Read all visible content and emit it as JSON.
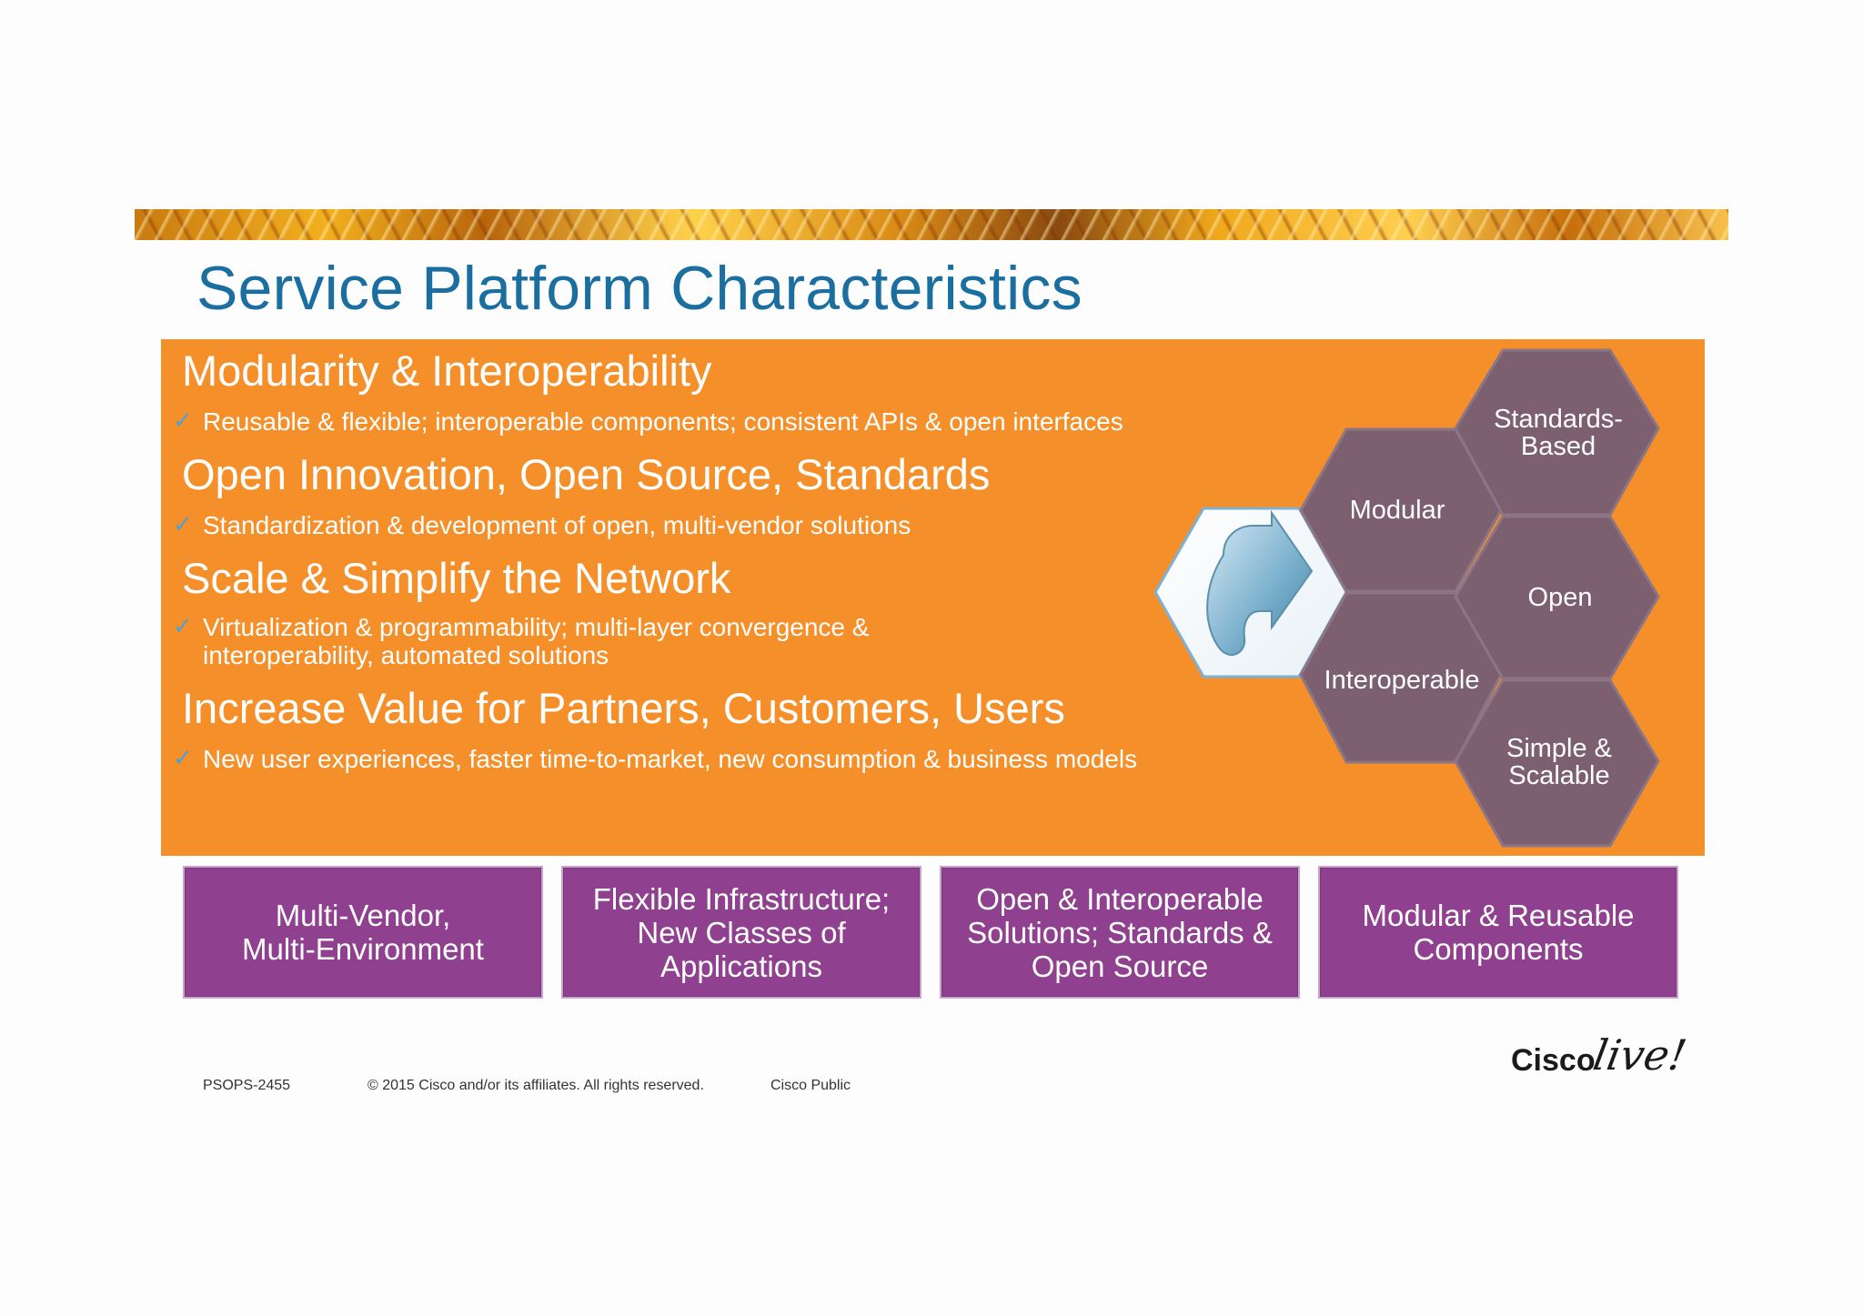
{
  "slide": {
    "title": "Service Platform Characteristics",
    "sections": [
      {
        "heading": "Modularity & Interoperability",
        "bullet": "Reusable & flexible; interoperable components; consistent APIs & open interfaces"
      },
      {
        "heading": "Open Innovation, Open Source, Standards",
        "bullet": "Standardization & development of open, multi-vendor solutions"
      },
      {
        "heading": "Scale & Simplify the Network",
        "bullet_line1": "Virtualization & programmability; multi-layer convergence &",
        "bullet_line2": "interoperability, automated solutions"
      },
      {
        "heading": "Increase Value for Partners, Customers, Users",
        "bullet": "New user experiences, faster time-to-market, new consumption & business models"
      }
    ],
    "check_icon": "✓",
    "hexagons": {
      "modular": "Modular",
      "standards": "Standards-\nBased",
      "open": "Open",
      "interoperable": "Interoperable",
      "simple": "Simple &\nScalable",
      "center_icon": "curved-arrow-icon"
    },
    "boxes": [
      "Multi-Vendor,\nMulti-Environment",
      "Flexible Infrastructure;\nNew Classes of\nApplications",
      "Open & Interoperable\nSolutions; Standards &\nOpen Source",
      "Modular & Reusable\nComponents"
    ],
    "footer": {
      "code": "PSOPS-2455",
      "copyright": "© 2015 Cisco and/or its affiliates. All rights reserved.",
      "classification": "Cisco Public"
    },
    "logo": {
      "brand": "Cisco",
      "script": "live!"
    },
    "colors": {
      "title": "#1b6fa0",
      "panel": "#f58f2a",
      "hexagon": "#7d6070",
      "box": "#8f418f",
      "check": "#4f9fd3"
    }
  }
}
